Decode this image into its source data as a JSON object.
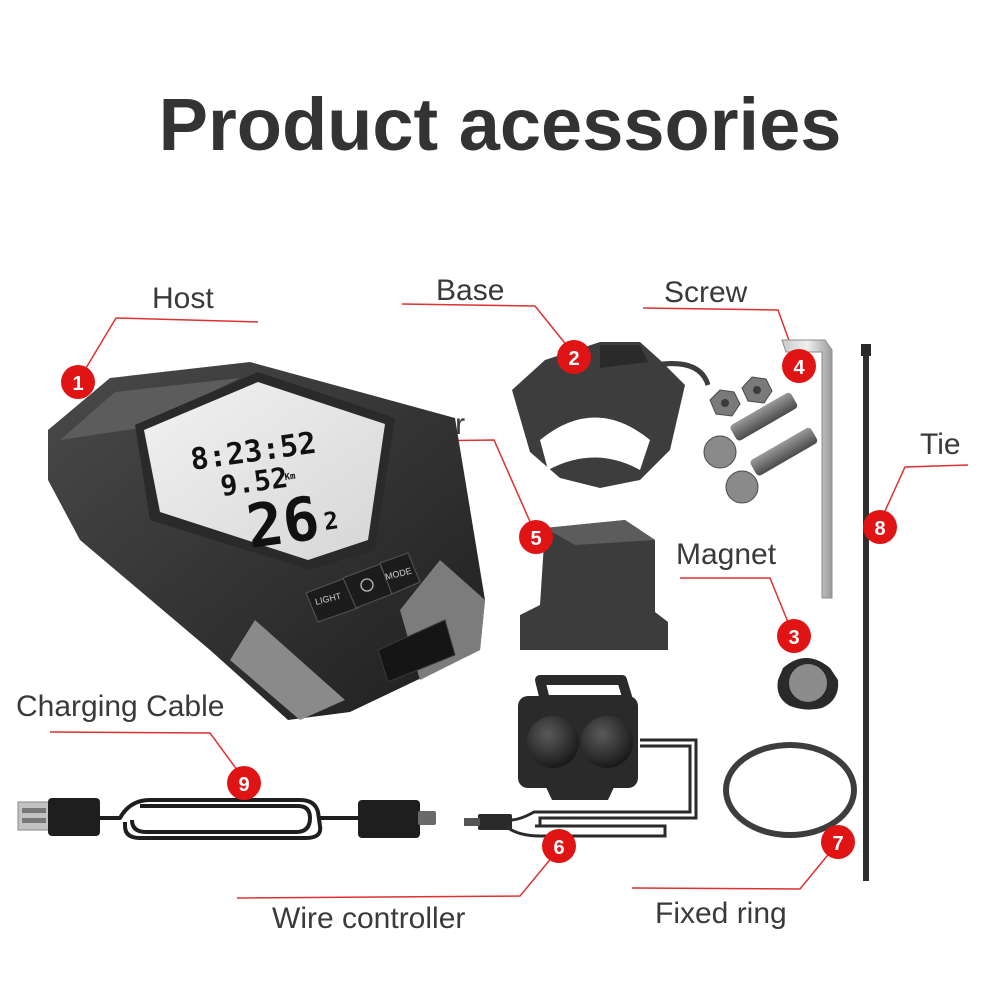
{
  "title": "Product acessories",
  "items": [
    {
      "num": "1",
      "label": "Host"
    },
    {
      "num": "2",
      "label": "Base"
    },
    {
      "num": "3",
      "label": "Magnet"
    },
    {
      "num": "4",
      "label": "Screw"
    },
    {
      "num": "5",
      "label": "Sensor"
    },
    {
      "num": "6",
      "label": "Wire controller"
    },
    {
      "num": "7",
      "label": "Fixed ring"
    },
    {
      "num": "8",
      "label": "Tie"
    },
    {
      "num": "9",
      "label": "Charging Cable"
    }
  ],
  "display": {
    "time": "8:23:52",
    "distance": "9.52",
    "speed": "26",
    "speed_decimal": "2",
    "unit_km": "Km",
    "buttons": [
      "LIGHT",
      "MODE"
    ]
  },
  "colors": {
    "badge": "#e01414",
    "leader": "#e03030",
    "title": "#333333"
  }
}
